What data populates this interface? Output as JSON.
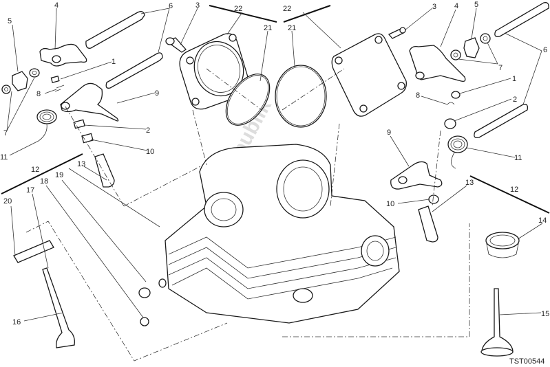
{
  "drawing_code": "TST00544",
  "watermark": "PartsRepublik",
  "callouts": {
    "l4": "4",
    "l5": "5",
    "l6": "6",
    "l3": "3",
    "l1": "1",
    "l8": "8",
    "l9": "9",
    "l2": "2",
    "l7": "7",
    "l10": "10",
    "l11": "11",
    "l12": "12",
    "l13": "13",
    "l19": "19",
    "l18": "18",
    "l17": "17",
    "l20": "20",
    "l16": "16",
    "l22": "22",
    "l21": "21",
    "r22": "22",
    "r21": "21",
    "r3": "3",
    "r4": "4",
    "r5": "5",
    "r6": "6",
    "r7": "7",
    "r1": "1",
    "r8": "8",
    "r2": "2",
    "r9": "9",
    "r11": "11",
    "r13": "13",
    "r12": "12",
    "r10": "10",
    "r14": "14",
    "r15": "15"
  }
}
